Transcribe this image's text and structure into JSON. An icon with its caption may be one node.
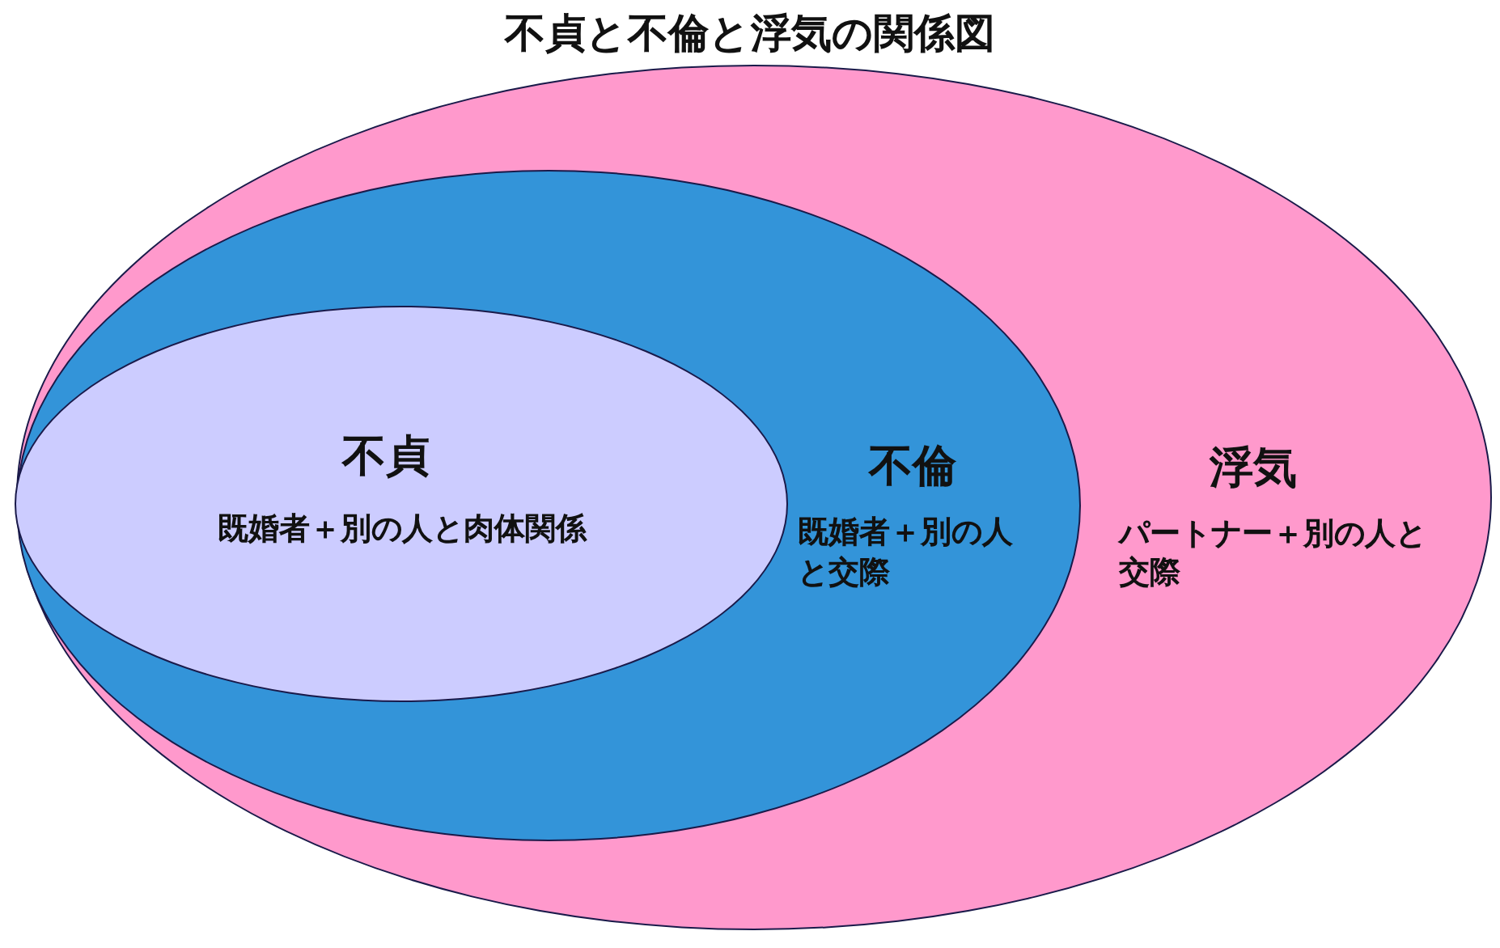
{
  "diagram": {
    "title": "不貞と不倫と浮気の関係図",
    "nodes": [
      {
        "text": [
          "浮気",
          "パートナー＋別の人と交際"
        ]
      },
      {
        "text": [
          "不倫",
          "既婚者＋別の人と交際"
        ],
        "in": 0
      },
      {
        "text": [
          "不貞",
          "既婚者＋別の人と肉体関係"
        ],
        "in": 1
      }
    ]
  }
}
